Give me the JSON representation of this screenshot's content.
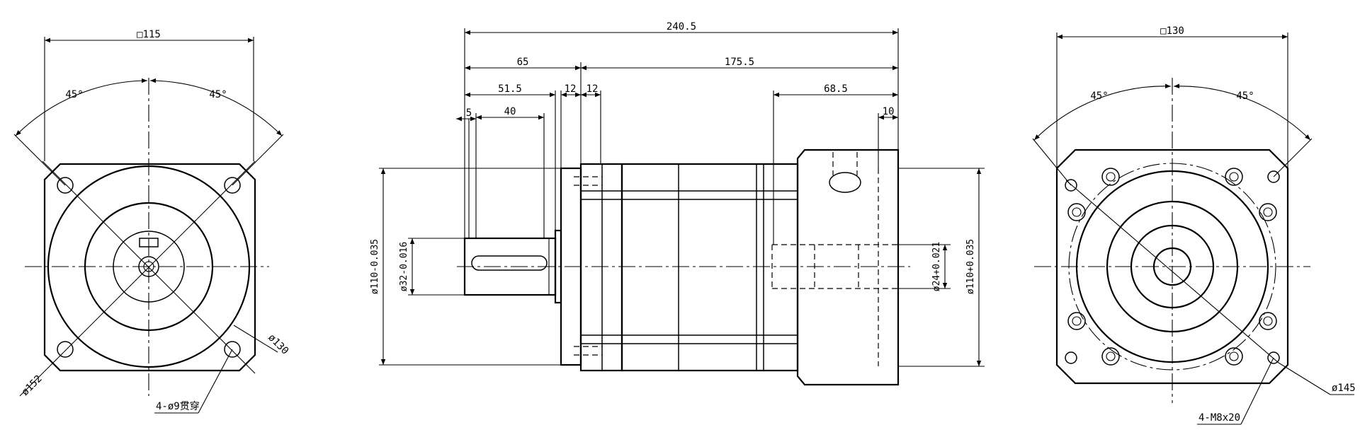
{
  "front_view": {
    "square_size": "□115",
    "angle_left": "45°",
    "angle_right": "45°",
    "pcd": "ø130",
    "diagonal": "ø152",
    "holes": "4-ø9贯穿"
  },
  "side_view": {
    "overall_length": "240.5",
    "output_length": "65",
    "body_length": "175.5",
    "shaft_length": "51.5",
    "flange_1": "12",
    "flange_2": "12",
    "shaft_offset": "5",
    "key_length": "40",
    "input_depth": "68.5",
    "input_flange": "10",
    "outer_diameter": "ø110-0.035",
    "shaft_diameter": "ø32-0.016",
    "input_bore": "ø24+0.021",
    "input_spigot": "ø110+0.035"
  },
  "rear_view": {
    "square_size": "□130",
    "angle_left": "45°",
    "angle_right": "45°",
    "pcd": "ø145",
    "threads": "4-M8x20"
  }
}
